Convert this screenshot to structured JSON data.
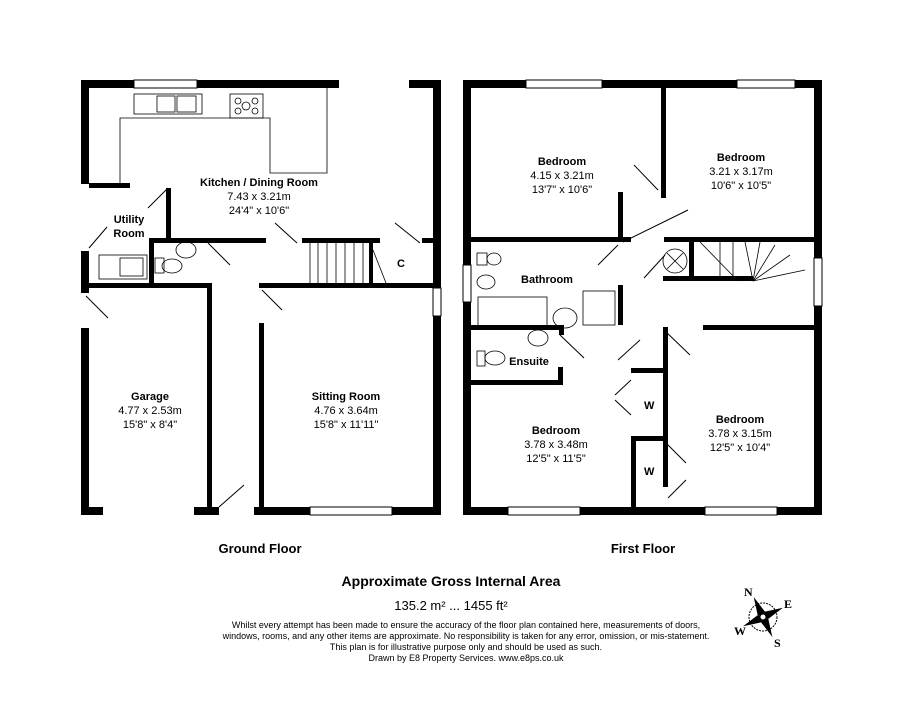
{
  "ground_floor": {
    "label": "Ground Floor",
    "rooms": [
      {
        "name": "Kitchen / Dining Room",
        "metric": "7.43 x 3.21m",
        "imperial": "24'4\" x 10'6\""
      },
      {
        "name": "Utility Room"
      },
      {
        "name": "Garage",
        "metric": "4.77 x 2.53m",
        "imperial": "15'8\" x 8'4\""
      },
      {
        "name": "Sitting Room",
        "metric": "4.76 x 3.64m",
        "imperial": "15'8\" x 11'11\""
      }
    ],
    "cupboard_tag": "C"
  },
  "first_floor": {
    "label": "First Floor",
    "rooms": [
      {
        "name": "Bedroom",
        "metric": "4.15 x 3.21m",
        "imperial": "13'7\" x 10'6\""
      },
      {
        "name": "Bedroom",
        "metric": "3.21 x 3.17m",
        "imperial": "10'6\" x 10'5\""
      },
      {
        "name": "Bathroom"
      },
      {
        "name": "Ensuite"
      },
      {
        "name": "Bedroom",
        "metric": "3.78 x 3.48m",
        "imperial": "12'5\" x 11'5\""
      },
      {
        "name": "Bedroom",
        "metric": "3.78 x 3.15m",
        "imperial": "12'5\" x 10'4\""
      }
    ],
    "wardrobe_tag": "W"
  },
  "summary": {
    "title": "Approximate Gross Internal Area",
    "area": "135.2 m² ... 1455 ft²",
    "disclaimer": [
      "Whilst every attempt has been made to ensure the accuracy of the floor plan contained here, measurements of doors,",
      "windows, rooms, and any other items are approximate. No responsibility is taken for any error, omission, or mis-statement.",
      "This plan is for illustrative purpose only and should be used as such.",
      "Drawn by E8 Property Services. www.e8ps.co.uk"
    ]
  },
  "compass": {
    "n": "N",
    "e": "E",
    "s": "S",
    "w": "W"
  }
}
